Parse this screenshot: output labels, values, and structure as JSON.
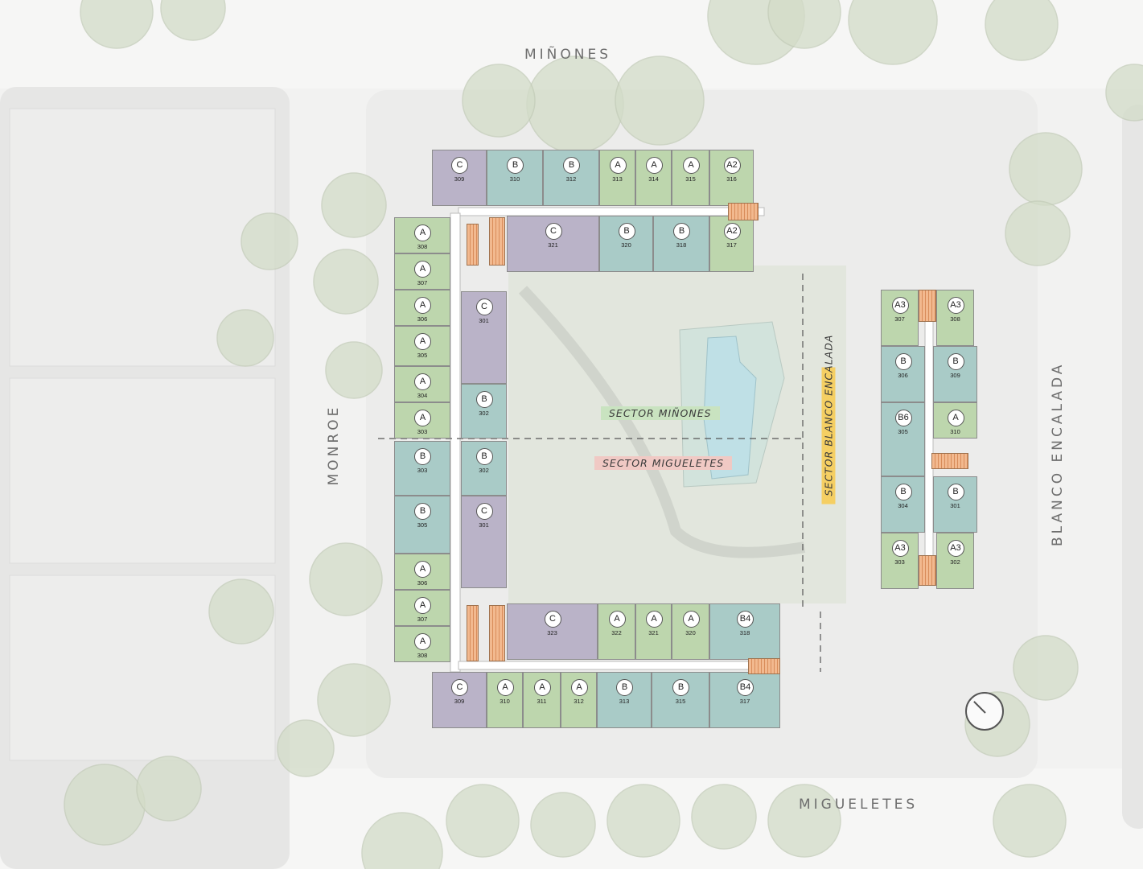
{
  "colors": {
    "A": "#bdd6ad",
    "B": "#a9cbc7",
    "C": "#bab3c8",
    "stair": "#f2b98f",
    "corridor": "#ffffff",
    "tree": "#d3dcc8",
    "road": "#e6e6e5",
    "sector_minones_bg": "#c9e3c0",
    "sector_migueletes_bg": "#f0c9c4",
    "sector_blanco_bg": "#f5cf63"
  },
  "streets": {
    "north": "MIÑONES",
    "south": "MIGUELETES",
    "west": "MONROE",
    "east": "BLANCO ENCALADA"
  },
  "sectors": {
    "minones": "SECTOR MIÑONES",
    "migueletes": "SECTOR MIGUELETES",
    "blanco": "SECTOR BLANCO ENCALADA"
  },
  "compass_icon": "north-arrow-icon",
  "units": [
    {
      "code": "C",
      "num": "309",
      "type": "C"
    },
    {
      "code": "B",
      "num": "310",
      "type": "B"
    },
    {
      "code": "B",
      "num": "312",
      "type": "B"
    },
    {
      "code": "A",
      "num": "313",
      "type": "A"
    },
    {
      "code": "A",
      "num": "314",
      "type": "A"
    },
    {
      "code": "A",
      "num": "315",
      "type": "A"
    },
    {
      "code": "A2",
      "num": "316",
      "type": "A"
    },
    {
      "code": "C",
      "num": "321",
      "type": "C"
    },
    {
      "code": "B",
      "num": "320",
      "type": "B"
    },
    {
      "code": "B",
      "num": "318",
      "type": "B"
    },
    {
      "code": "A2",
      "num": "317",
      "type": "A"
    },
    {
      "code": "A",
      "num": "308",
      "type": "A"
    },
    {
      "code": "A",
      "num": "307",
      "type": "A"
    },
    {
      "code": "A",
      "num": "306",
      "type": "A"
    },
    {
      "code": "A",
      "num": "305",
      "type": "A"
    },
    {
      "code": "A",
      "num": "304",
      "type": "A"
    },
    {
      "code": "A",
      "num": "303",
      "type": "A"
    },
    {
      "code": "C",
      "num": "301",
      "type": "C"
    },
    {
      "code": "B",
      "num": "302",
      "type": "B"
    },
    {
      "code": "B",
      "num": "303",
      "type": "B"
    },
    {
      "code": "B",
      "num": "305",
      "type": "B"
    },
    {
      "code": "B",
      "num": "302",
      "type": "B"
    },
    {
      "code": "C",
      "num": "301",
      "type": "C"
    },
    {
      "code": "A",
      "num": "306",
      "type": "A"
    },
    {
      "code": "A",
      "num": "307",
      "type": "A"
    },
    {
      "code": "A",
      "num": "308",
      "type": "A"
    },
    {
      "code": "C",
      "num": "323",
      "type": "C"
    },
    {
      "code": "A",
      "num": "322",
      "type": "A"
    },
    {
      "code": "A",
      "num": "321",
      "type": "A"
    },
    {
      "code": "A",
      "num": "320",
      "type": "A"
    },
    {
      "code": "B4",
      "num": "318",
      "type": "B"
    },
    {
      "code": "C",
      "num": "309",
      "type": "C"
    },
    {
      "code": "A",
      "num": "310",
      "type": "A"
    },
    {
      "code": "A",
      "num": "311",
      "type": "A"
    },
    {
      "code": "A",
      "num": "312",
      "type": "A"
    },
    {
      "code": "B",
      "num": "313",
      "type": "B"
    },
    {
      "code": "B",
      "num": "315",
      "type": "B"
    },
    {
      "code": "B4",
      "num": "317",
      "type": "B"
    },
    {
      "code": "A3",
      "num": "307",
      "type": "A"
    },
    {
      "code": "A3",
      "num": "308",
      "type": "A"
    },
    {
      "code": "B",
      "num": "306",
      "type": "B"
    },
    {
      "code": "B",
      "num": "309",
      "type": "B"
    },
    {
      "code": "B6",
      "num": "305",
      "type": "B"
    },
    {
      "code": "A",
      "num": "310",
      "type": "A"
    },
    {
      "code": "B",
      "num": "304",
      "type": "B"
    },
    {
      "code": "B",
      "num": "301",
      "type": "B"
    },
    {
      "code": "A3",
      "num": "303",
      "type": "A"
    },
    {
      "code": "A3",
      "num": "302",
      "type": "A"
    }
  ]
}
